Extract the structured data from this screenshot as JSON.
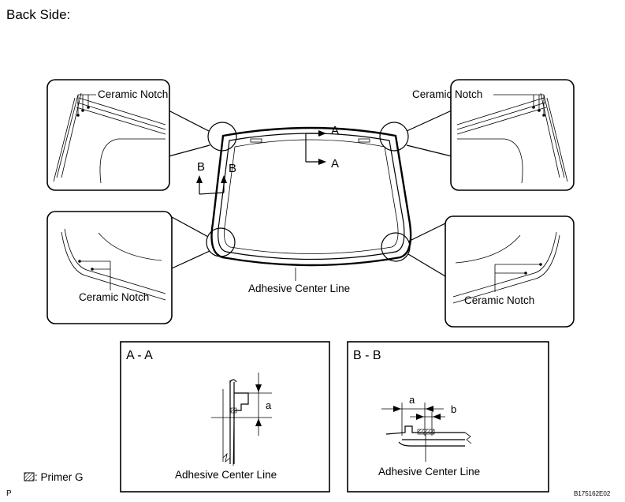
{
  "title": "Back Side:",
  "labels": {
    "ceramic_notch": "Ceramic Notch",
    "adhesive_center_line": "Adhesive Center Line",
    "section_a": "A",
    "section_b": "B",
    "dim_a": "a",
    "dim_b": "b"
  },
  "panels": {
    "aa_title": "A - A",
    "bb_title": "B - B"
  },
  "legend": {
    "primer": ": Primer G",
    "primer_icon": "hatched-square-icon"
  },
  "corner_mark": "P",
  "figure_code": "B175162E02"
}
